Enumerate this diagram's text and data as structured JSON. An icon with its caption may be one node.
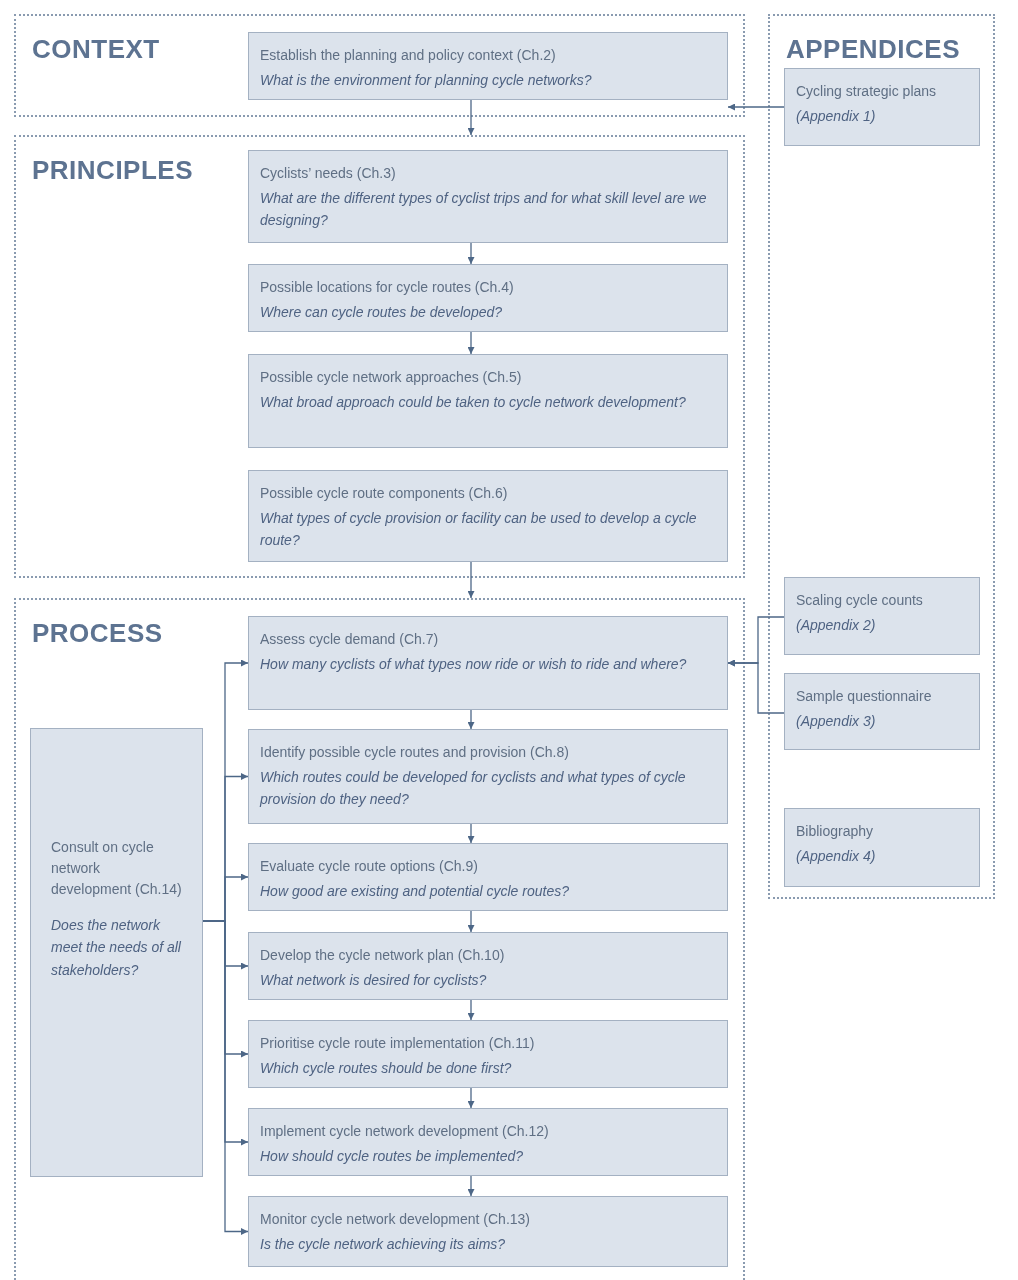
{
  "diagram": {
    "nodes": [
      {
        "text": [
          "CONTEXT"
        ]
      },
      {
        "text": [
          "Establish the planning and policy context (Ch.2)",
          "What is the environment for planning cycle networks?"
        ],
        "in": 0
      },
      {
        "text": [
          "APPENDICES"
        ]
      },
      {
        "text": [
          "Cycling strategic plans",
          "(Appendix 1)"
        ],
        "in": 2
      },
      {
        "text": [
          "PRINCIPLES"
        ]
      },
      {
        "text": [
          "Cyclists’ needs (Ch.3)",
          "What are the different types of cyclist trips and for what skill level are we designing?"
        ],
        "in": 4
      },
      {
        "text": [
          "Possible locations for cycle routes (Ch.4)",
          "Where can cycle routes be developed?"
        ],
        "in": 4
      },
      {
        "text": [
          "Possible cycle network approaches (Ch.5)",
          "What broad approach could be taken to cycle network development?"
        ],
        "in": 4
      },
      {
        "text": [
          "Possible cycle route components (Ch.6)",
          "What types of cycle provision or facility can be used to develop a cycle route?"
        ],
        "in": 4
      },
      {
        "text": [
          "PROCESS"
        ]
      },
      {
        "text": [
          "Assess cycle demand (Ch.7)",
          "How many cyclists of what types now ride or wish to ride and where?"
        ],
        "in": 9
      },
      {
        "text": [
          "Identify possible cycle routes and provision (Ch.8)",
          "Which routes could be developed for cyclists and what types of cycle provision do they need?"
        ],
        "in": 9
      },
      {
        "text": [
          "Evaluate cycle route options (Ch.9)",
          "How good are existing and potential cycle routes?"
        ],
        "in": 9
      },
      {
        "text": [
          "Develop the cycle network plan (Ch.10)",
          "What network is desired for cyclists?"
        ],
        "in": 9
      },
      {
        "text": [
          "Prioritise cycle route implementation (Ch.11)",
          "Which cycle routes should be done first?"
        ],
        "in": 9
      },
      {
        "text": [
          "Implement cycle network development (Ch.12)",
          "How should cycle routes be implemented?"
        ],
        "in": 9
      },
      {
        "text": [
          "Monitor cycle network development (Ch.13)",
          "Is the cycle network achieving its aims?"
        ],
        "in": 9
      },
      {
        "text": [
          "Consult on cycle network development (Ch.14)",
          "Does the network meet the needs of all stakeholders?"
        ],
        "in": 9
      },
      {
        "text": [
          "Scaling cycle counts",
          "(Appendix 2)"
        ],
        "in": 2
      },
      {
        "text": [
          "Sample questionnaire",
          "(Appendix 3)"
        ],
        "in": 2
      },
      {
        "text": [
          "Bibliography",
          "(Appendix 4)"
        ],
        "in": 2
      }
    ],
    "edges": [
      {
        "from": 3,
        "to": 1,
        "arrow": "to"
      },
      {
        "from": 1,
        "to": 4,
        "arrow": "to"
      },
      {
        "from": 5,
        "to": 6,
        "arrow": "to"
      },
      {
        "from": 6,
        "to": 7,
        "arrow": "to"
      },
      {
        "from": 8,
        "to": 9,
        "arrow": "to"
      },
      {
        "from": 10,
        "to": 11,
        "arrow": "to"
      },
      {
        "from": 11,
        "to": 12,
        "arrow": "to"
      },
      {
        "from": 12,
        "to": 13,
        "arrow": "to"
      },
      {
        "from": 13,
        "to": 14,
        "arrow": "to"
      },
      {
        "from": 14,
        "to": 15,
        "arrow": "to"
      },
      {
        "from": 15,
        "to": 16,
        "arrow": "to"
      },
      {
        "from": 18,
        "to": 10,
        "arrow": "to"
      },
      {
        "from": 19,
        "to": 10,
        "arrow": "to"
      },
      {
        "from": 17,
        "to": 10,
        "arrow": "to"
      },
      {
        "from": 17,
        "to": 11,
        "arrow": "to"
      },
      {
        "from": 17,
        "to": 12,
        "arrow": "to"
      },
      {
        "from": 17,
        "to": 13,
        "arrow": "to"
      },
      {
        "from": 17,
        "to": 14,
        "arrow": "to"
      },
      {
        "from": 17,
        "to": 15,
        "arrow": "to"
      },
      {
        "from": 17,
        "to": 16,
        "arrow": "to"
      }
    ]
  }
}
